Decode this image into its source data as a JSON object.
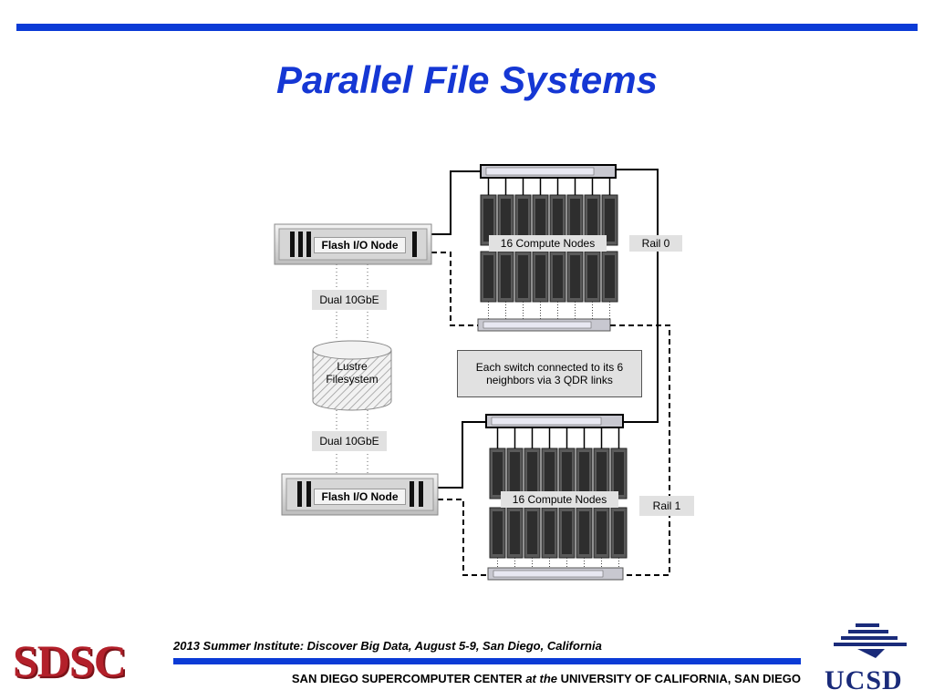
{
  "slide": {
    "title": "Parallel File Systems"
  },
  "diagram": {
    "flash_node_top": "Flash I/O Node",
    "flash_node_bottom": "Flash I/O Node",
    "link_top": "Dual 10GbE",
    "link_bottom": "Dual 10GbE",
    "filesystem_line1": "Lustre",
    "filesystem_line2": "Filesystem",
    "compute_top": "16 Compute Nodes",
    "compute_bottom": "16 Compute Nodes",
    "rail0": "Rail 0",
    "rail1": "Rail 1",
    "note": "Each switch connected to its 6 neighbors via 3 QDR links"
  },
  "footer": {
    "logo_left": "SDSC",
    "event": "2013 Summer Institute: Discover Big Data, August 5-9, San Diego, California",
    "center_part1": "SAN DIEGO SUPERCOMPUTER CENTER ",
    "center_italic": "at the",
    "center_part2": " UNIVERSITY OF CALIFORNIA, SAN DIEGO",
    "logo_right": "UCSD"
  },
  "colors": {
    "accent_blue": "#0b3bd6",
    "title_blue": "#1537d4",
    "sdsc_red": "#b3202a",
    "ucsd_navy": "#1a2b7a"
  }
}
